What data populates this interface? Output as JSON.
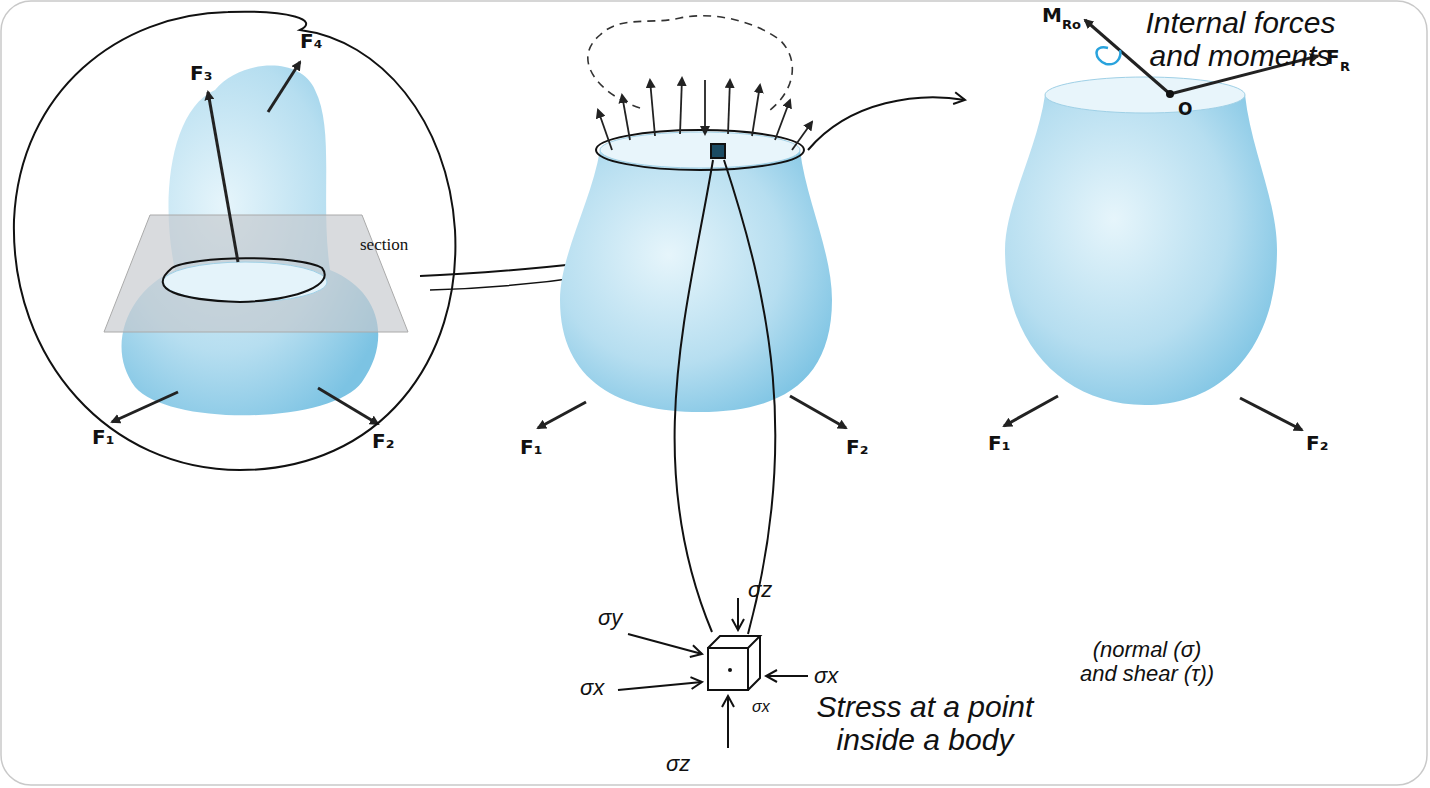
{
  "diagram": {
    "labels": [
      "F₃",
      "F₄",
      "section",
      "F₁",
      "F₂",
      "F₁",
      "F₂",
      "M",
      "Ro",
      "Internal forces and moments",
      "F",
      "R",
      "O",
      "F₁",
      "F₂",
      "σz",
      "σy",
      "σx",
      "σx",
      "σx",
      "σz",
      "Stress at a point inside a body",
      "(normal (σ) and shear (τ))"
    ]
  }
}
